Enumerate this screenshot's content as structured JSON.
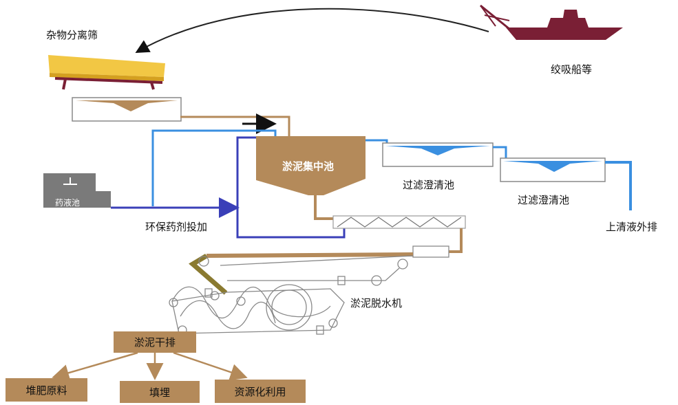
{
  "labels": {
    "screen": "杂物分离筛",
    "dredger": "绞吸船等",
    "collection_tank": "淤泥集中池",
    "chem_tank": "药液池",
    "chem_dosing": "环保药剂投加",
    "clarifier_1": "过滤澄清池",
    "clarifier_2": "过滤澄清池",
    "discharge": "上清液外排",
    "dewatering": "淤泥脱水机",
    "dry_sludge": "淤泥干排",
    "compost": "堆肥原料",
    "landfill": "填埋",
    "reuse": "资源化利用"
  },
  "colors": {
    "sludge": "#b48a5a",
    "water": "#3a8fe0",
    "chemical": "#3a3fb8",
    "dredger": "#7a1f35",
    "screen": "#f2c744"
  }
}
